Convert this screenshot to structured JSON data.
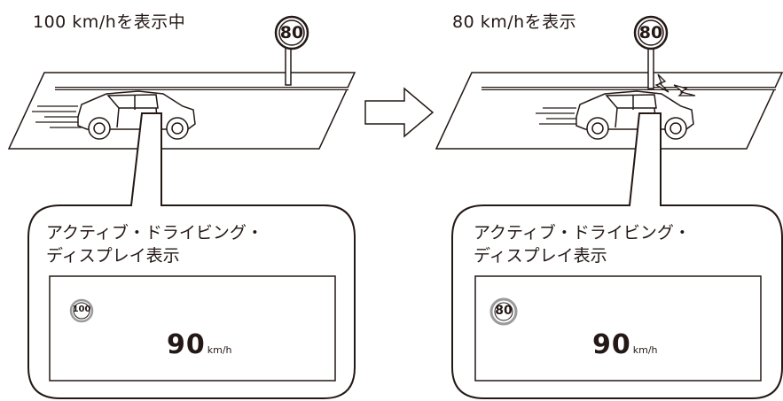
{
  "left": {
    "caption": "100 km/hを表示中",
    "road_sign": "80",
    "bubble_title_line1": "アクティブ・ドライビング・",
    "bubble_title_line2": "ディスプレイ表示",
    "display_sign": "100",
    "display_speed": "90",
    "display_unit": "km/h"
  },
  "right": {
    "caption": "80 km/hを表示",
    "road_sign": "80",
    "bubble_title_line1": "アクティブ・ドライビング・",
    "bubble_title_line2": "ディスプレイ表示",
    "display_sign": "80",
    "display_speed": "90",
    "display_unit": "km/h"
  },
  "colors": {
    "line": "#231815",
    "sign_ring": "#9a9a9a"
  }
}
